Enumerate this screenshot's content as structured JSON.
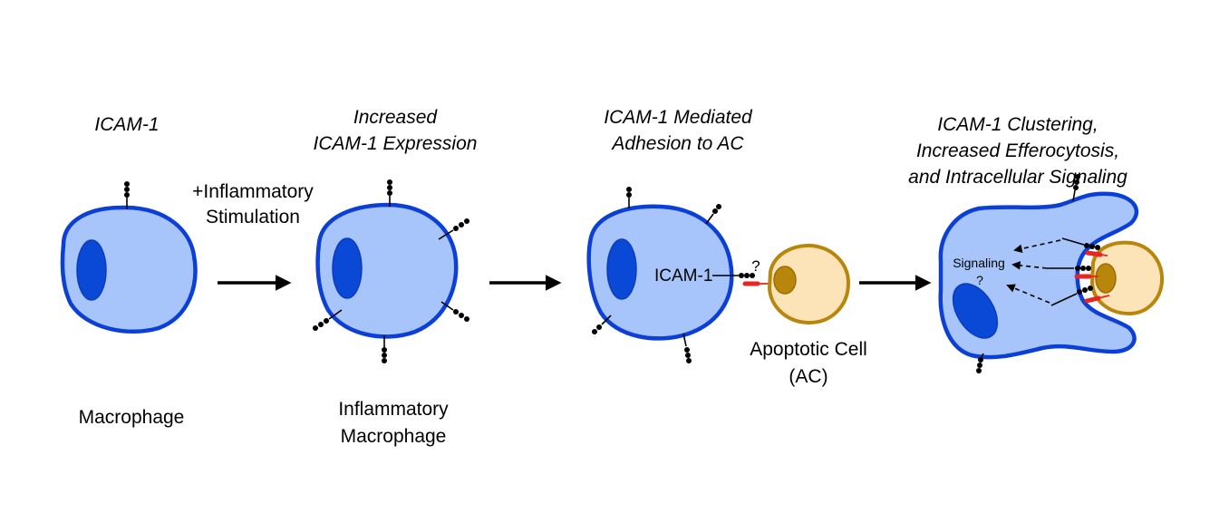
{
  "panels": [
    {
      "title_lines": [
        "ICAM-1"
      ],
      "caption_lines": [
        "Macrophage"
      ]
    },
    {
      "title_lines": [
        "Increased",
        "ICAM-1 Expression"
      ],
      "caption_lines": [
        "Inflammatory",
        "Macrophage"
      ]
    },
    {
      "title_lines": [
        "ICAM-1 Mediated",
        "Adhesion to AC"
      ],
      "caption_lines": []
    },
    {
      "title_lines": [
        "ICAM-1 Clustering,",
        "Increased Efferocytosis,",
        "and Intracellular Signaling"
      ],
      "caption_lines": []
    }
  ],
  "stimulus_lines": [
    "+Inflammatory",
    "Stimulation"
  ],
  "icam_label": "ICAM-1",
  "unknown_ligand_label": "?",
  "apoptotic_cell_lines": [
    "Apoptotic Cell",
    "(AC)"
  ],
  "signaling_label": "Signaling",
  "signaling_question": "?",
  "colors": {
    "macrophage_fill": "#a7c5fa",
    "macrophage_outline": "#0b3fd8",
    "nucleus": "#0a48d6",
    "apoptotic_fill": "#fde4b8",
    "apoptotic_outline": "#b8860b",
    "ligand": "#e8251e"
  }
}
